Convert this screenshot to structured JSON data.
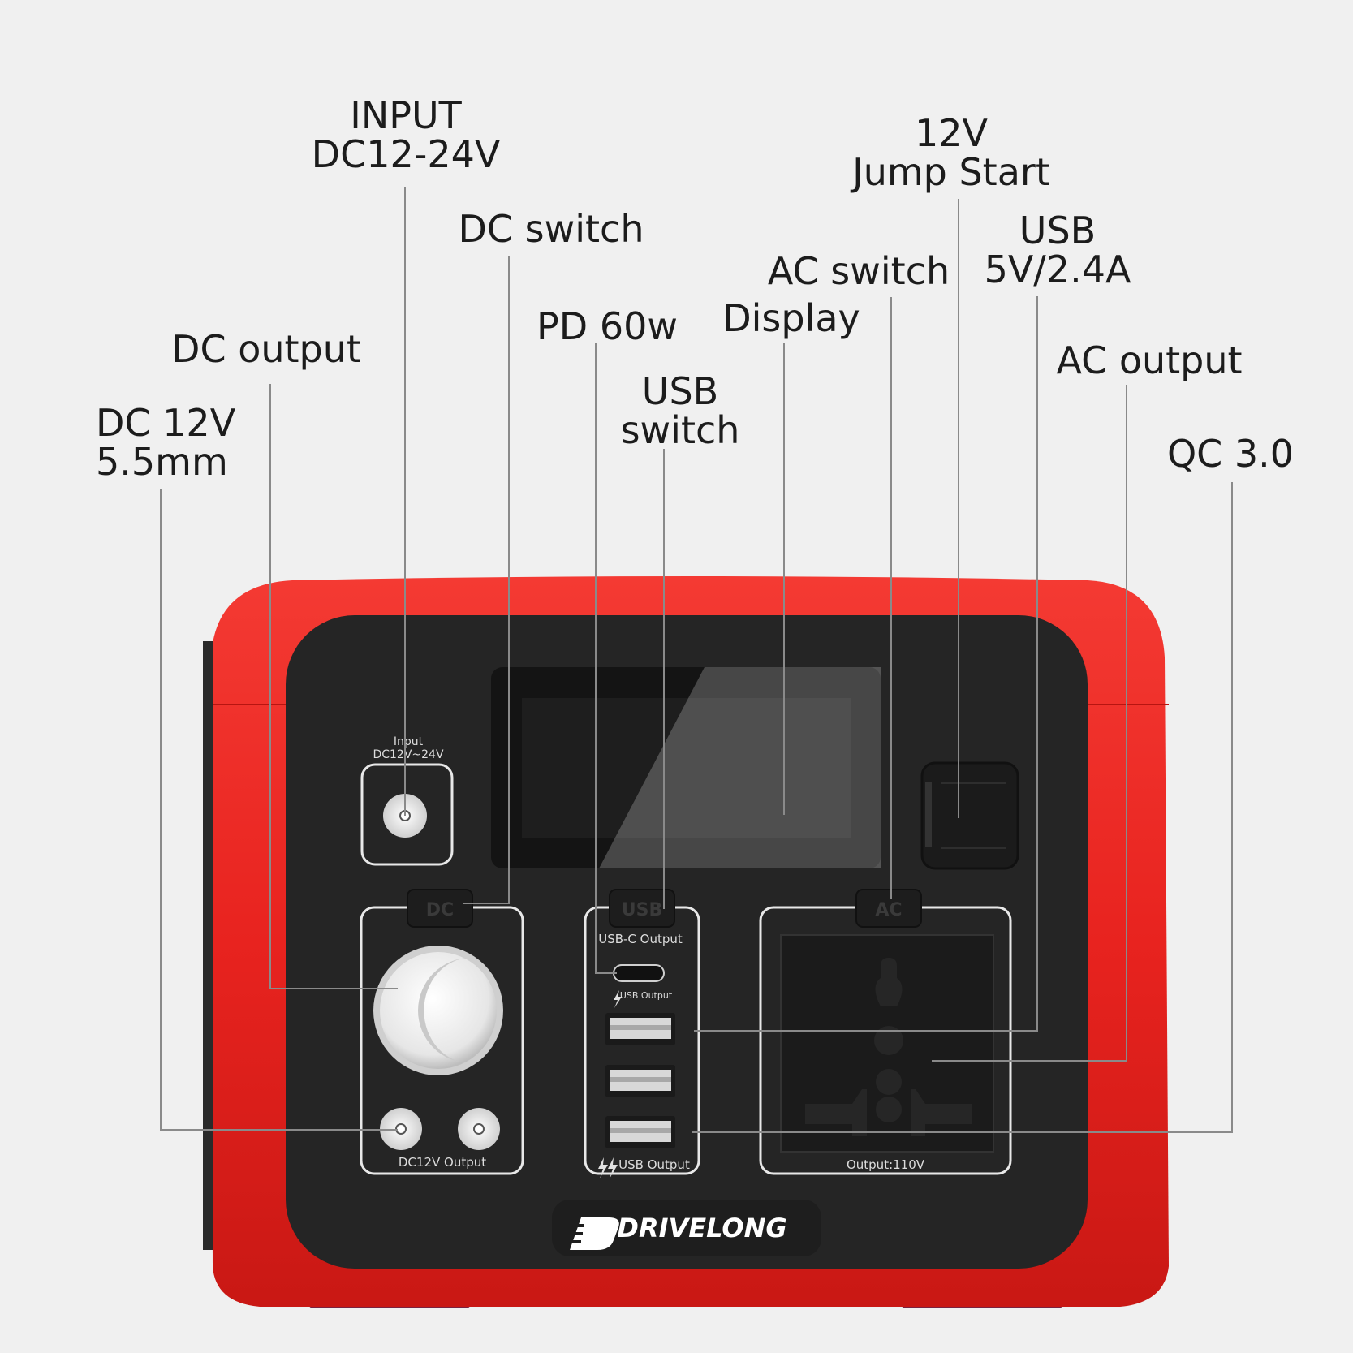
{
  "colors": {
    "background": "#f0f0f0",
    "casing_red": "#e8231f",
    "panel_black": "#242424",
    "leader_line": "#8a8a8a",
    "label_text": "#1c1c1c"
  },
  "callouts": {
    "input": [
      "INPUT",
      "DC12-24V"
    ],
    "jump_start": [
      "12V",
      "Jump Start"
    ],
    "dc_switch": [
      "DC switch"
    ],
    "ac_switch": [
      "AC switch"
    ],
    "usb_5v": [
      "USB",
      "5V/2.4A"
    ],
    "pd_60w": [
      "PD 60w"
    ],
    "display": [
      "Display"
    ],
    "dc_output": [
      "DC output"
    ],
    "ac_output": [
      "AC output"
    ],
    "usb_switch": [
      "USB",
      "switch"
    ],
    "dc_12v": [
      "DC 12V",
      "5.5mm"
    ],
    "qc_30": [
      "QC 3.0"
    ]
  },
  "device": {
    "input_label": [
      "Input",
      "DC12V~24V"
    ],
    "dc_button": "DC",
    "usb_button": "USB",
    "ac_button": "AC",
    "usbc_output_label": "USB-C Output",
    "usb_output_small": "USB Output",
    "usb_output_qc": "USB Output",
    "dc12v_output_label": "DC12V Output",
    "ac_output_label": "Output:110V",
    "brand": "DRIVELONG"
  },
  "icons": [
    "lightning-icon",
    "double-lightning-icon",
    "brand-logo-icon",
    "ac-socket-icon",
    "usb-c-port-icon",
    "usb-a-port-icon",
    "dc-barrel-port-icon",
    "cigarette-socket-icon",
    "jump-start-port-icon"
  ]
}
